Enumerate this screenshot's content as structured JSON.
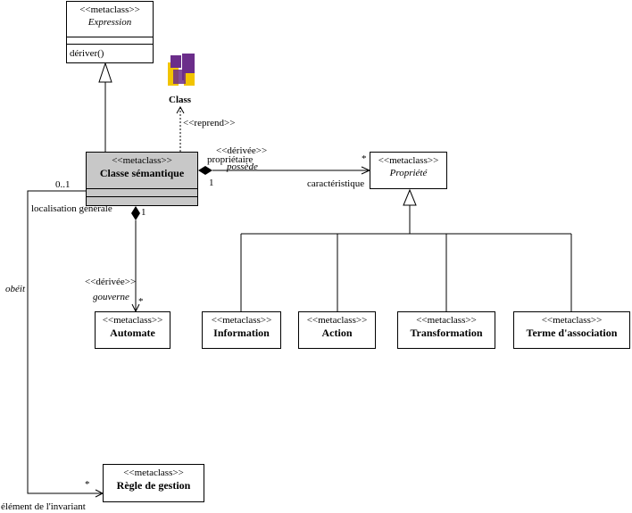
{
  "classes": {
    "expression": {
      "stereotype": "<<metaclass>>",
      "name": "Expression",
      "operation": "dériver()"
    },
    "classe_semantique": {
      "stereotype": "<<metaclass>>",
      "name": "Classe sémantique"
    },
    "propriete": {
      "stereotype": "<<metaclass>>",
      "name": "Propriété"
    },
    "automate": {
      "stereotype": "<<metaclass>>",
      "name": "Automate"
    },
    "information": {
      "stereotype": "<<metaclass>>",
      "name": "Information"
    },
    "action": {
      "stereotype": "<<metaclass>>",
      "name": "Action"
    },
    "transformation": {
      "stereotype": "<<metaclass>>",
      "name": "Transformation"
    },
    "terme_association": {
      "stereotype": "<<metaclass>>",
      "name": "Terme d'association"
    },
    "regle_gestion": {
      "stereotype": "<<metaclass>>",
      "name": "Règle de gestion"
    }
  },
  "uml_class": {
    "label": "Class"
  },
  "labels": {
    "reprend": "<<reprend>>",
    "derivee_possede": "<<dérivée>>",
    "proprietaire": "propriétaire",
    "possede": "possède",
    "mult_one_possede": "1",
    "mult_star_prop": "*",
    "caracteristique": "caractéristique",
    "mult_zero_one": "0..1",
    "localisation": "localisation générale",
    "mult_one_gouverne": "1",
    "derivee_gouverne": "<<dérivée>>",
    "gouverne": "gouverne",
    "mult_star_gouverne": "*",
    "obeit": "obéit",
    "mult_star_regle": "*",
    "element_invariant": "élément de l'invariant"
  },
  "colors": {
    "highlight_fill": "#c8c8c8",
    "uml_purple": "#6b2d8a",
    "uml_yellow": "#f2c400"
  }
}
